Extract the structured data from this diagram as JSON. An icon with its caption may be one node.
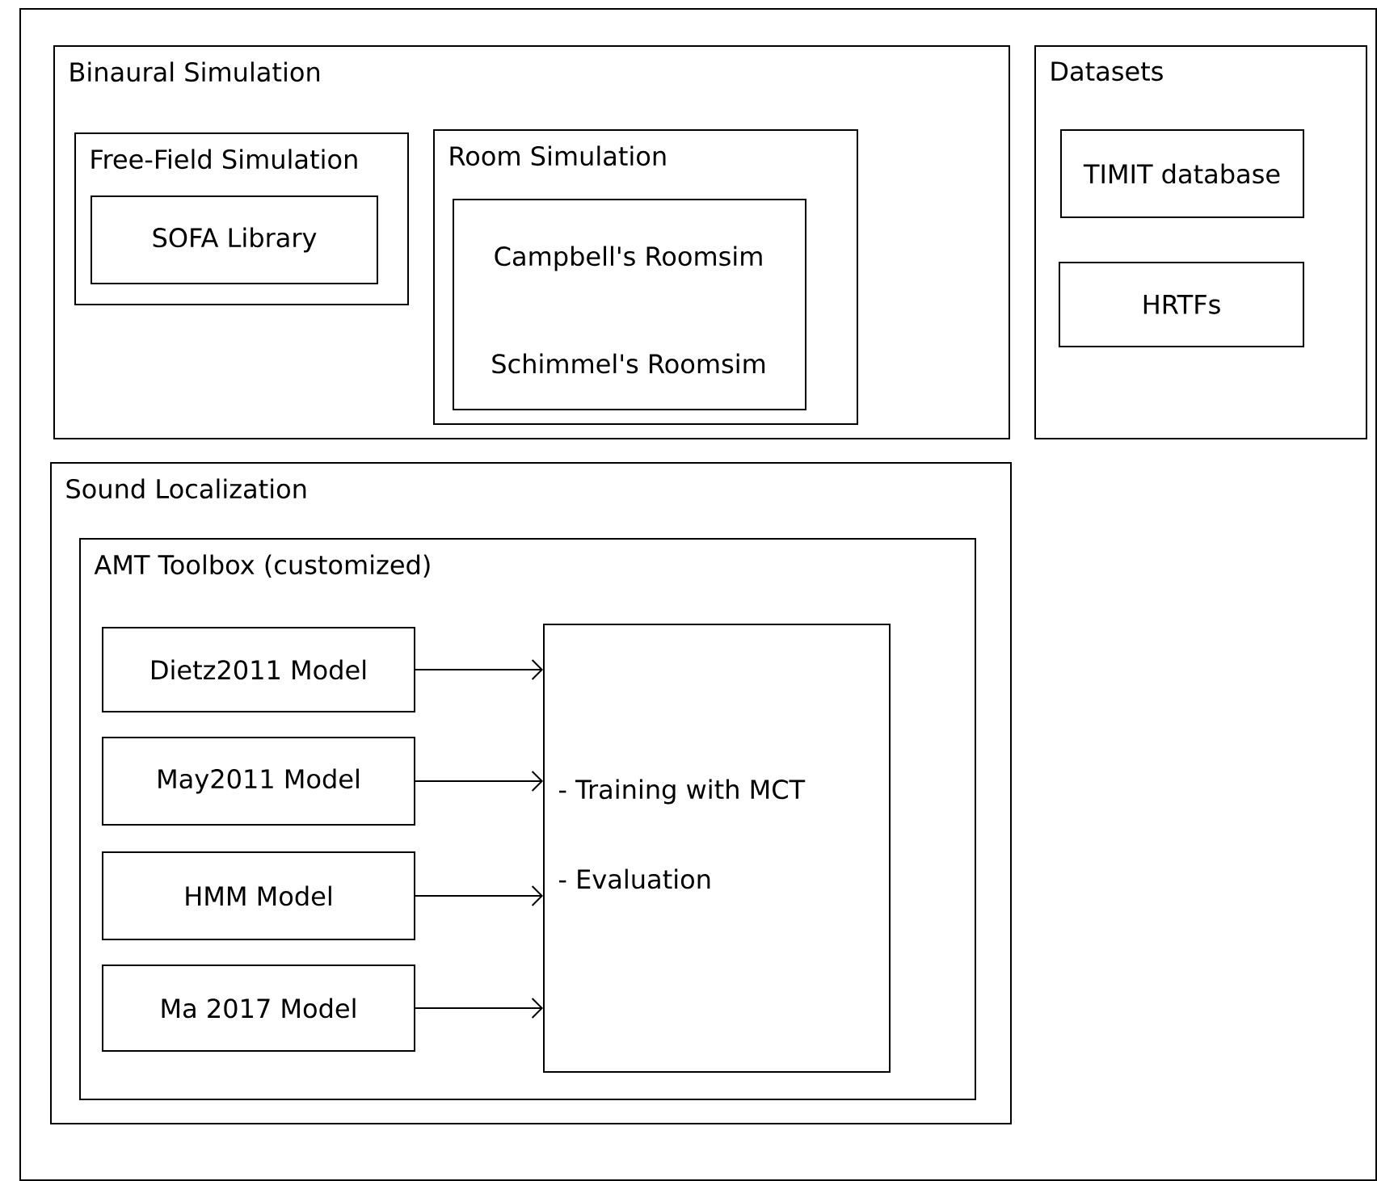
{
  "diagram": {
    "nodes": [
      {
        "text": [],
        "shape": "box"
      },
      {
        "text": [
          "Binaural Simulation"
        ],
        "in": 0
      },
      {
        "text": [
          "Free-Field Simulation"
        ],
        "in": 1
      },
      {
        "text": [
          "SOFA Library"
        ],
        "in": 2
      },
      {
        "text": [
          "Room Simulation"
        ],
        "in": 1
      },
      {
        "text": [
          "Campbell's Roomsim",
          "Schimmel's Roomsim"
        ],
        "in": 4
      },
      {
        "text": [
          "Datasets"
        ],
        "in": 0
      },
      {
        "text": [
          "TIMIT database"
        ],
        "in": 6
      },
      {
        "text": [
          "HRTFs"
        ],
        "in": 6
      },
      {
        "text": [
          "Sound Localization"
        ],
        "in": 0
      },
      {
        "text": [
          "AMT Toolbox (customized)"
        ],
        "in": 9
      },
      {
        "text": [
          "Dietz2011 Model"
        ],
        "in": 10
      },
      {
        "text": [
          "May2011 Model"
        ],
        "in": 10
      },
      {
        "text": [
          "HMM Model"
        ],
        "in": 10
      },
      {
        "text": [
          "Ma 2017 Model"
        ],
        "in": 10
      },
      {
        "text": [
          "- Training with MCT",
          "- Evaluation"
        ],
        "in": 10
      }
    ],
    "edges": [
      {
        "from": 11,
        "to": 15,
        "arrow": "to"
      },
      {
        "from": 12,
        "to": 15,
        "arrow": "to"
      },
      {
        "from": 13,
        "to": 15,
        "arrow": "to"
      },
      {
        "from": 14,
        "to": 15,
        "arrow": "to"
      }
    ]
  }
}
